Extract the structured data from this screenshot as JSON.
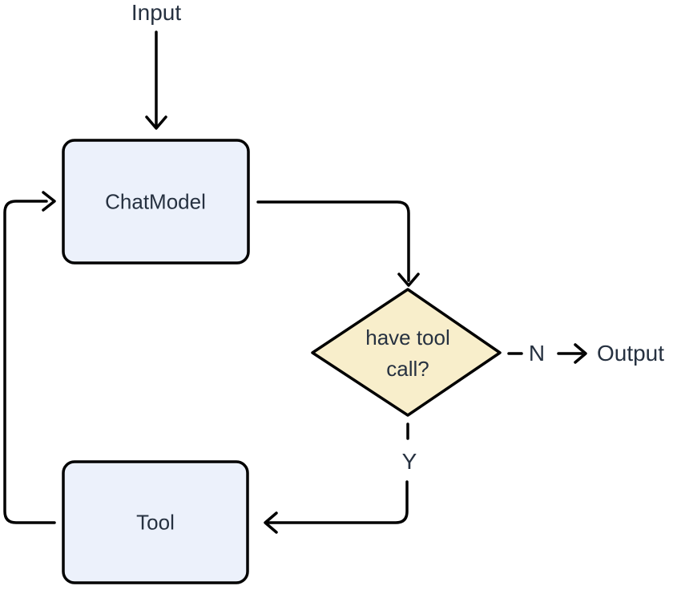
{
  "canvas": {
    "background": "#ffffff",
    "stroke_color": "#000000",
    "text_color": "#263140"
  },
  "flowchart": {
    "input": {
      "label": "Input"
    },
    "chat_model": {
      "label": "ChatModel",
      "fill": "#ecf1fb"
    },
    "decision": {
      "line1": "have tool",
      "line2": "call?",
      "fill": "#f8eecb"
    },
    "tool": {
      "label": "Tool",
      "fill": "#ecf1fb"
    },
    "output": {
      "label": "Output"
    },
    "edges": {
      "no": {
        "label": "N"
      },
      "yes": {
        "label": "Y"
      }
    }
  }
}
